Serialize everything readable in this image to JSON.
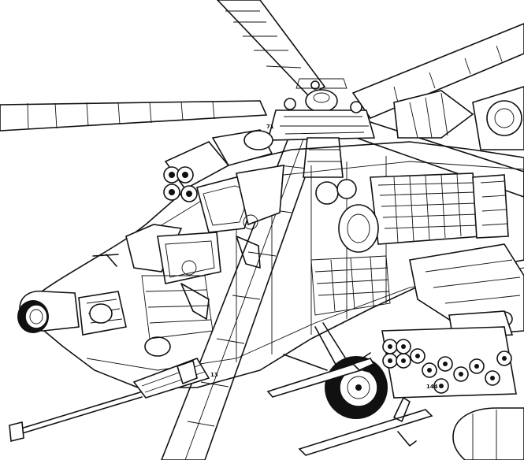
{
  "figure": {
    "callouts": [
      "71",
      "13",
      "144"
    ]
  },
  "colors": {
    "ink": "#111111",
    "paper": "#ffffff"
  }
}
